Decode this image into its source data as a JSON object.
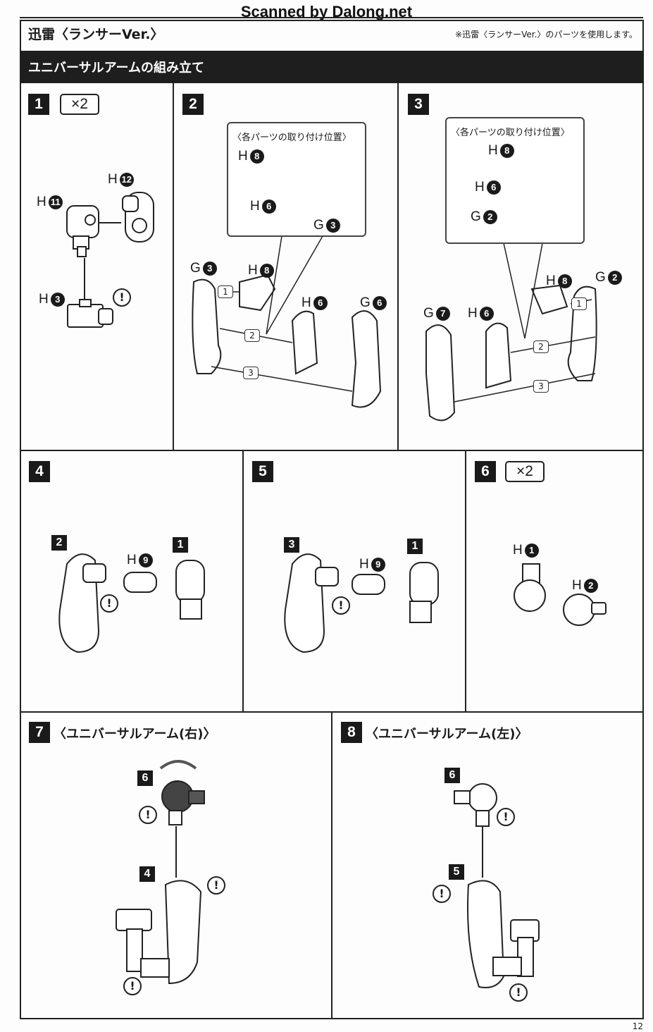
{
  "watermark": "Scanned by Dalong.net",
  "header": {
    "title": "迅雷〈ランサーVer.〉",
    "note": "※迅雷〈ランサーVer.〉のパーツを使用します。"
  },
  "section_title": "ユニバーサルアームの組み立て",
  "warning_symbol": "!",
  "steps": [
    {
      "no": "1",
      "mult": "×2",
      "labels": [
        {
          "l": "H",
          "n": "12"
        },
        {
          "l": "H",
          "n": "11"
        },
        {
          "l": "H",
          "n": "3"
        }
      ]
    },
    {
      "no": "2",
      "callout": "〈各パーツの取り付け位置〉",
      "callout_labels": [
        {
          "l": "H",
          "n": "8"
        },
        {
          "l": "H",
          "n": "6"
        },
        {
          "l": "G",
          "n": "3"
        }
      ],
      "labels": [
        {
          "l": "G",
          "n": "3"
        },
        {
          "l": "H",
          "n": "8"
        },
        {
          "l": "H",
          "n": "6"
        },
        {
          "l": "G",
          "n": "6"
        }
      ],
      "order": [
        "1",
        "2",
        "3"
      ]
    },
    {
      "no": "3",
      "callout": "〈各パーツの取り付け位置〉",
      "callout_labels": [
        {
          "l": "H",
          "n": "8"
        },
        {
          "l": "H",
          "n": "6"
        },
        {
          "l": "G",
          "n": "2"
        }
      ],
      "labels": [
        {
          "l": "H",
          "n": "8"
        },
        {
          "l": "G",
          "n": "2"
        },
        {
          "l": "G",
          "n": "7"
        },
        {
          "l": "H",
          "n": "6"
        }
      ],
      "order": [
        "1",
        "2",
        "3"
      ]
    },
    {
      "no": "4",
      "refs": [
        "2",
        "1"
      ],
      "labels": [
        {
          "l": "H",
          "n": "9"
        }
      ]
    },
    {
      "no": "5",
      "refs": [
        "3",
        "1"
      ],
      "labels": [
        {
          "l": "H",
          "n": "9"
        }
      ]
    },
    {
      "no": "6",
      "mult": "×2",
      "labels": [
        {
          "l": "H",
          "n": "1"
        },
        {
          "l": "H",
          "n": "2"
        }
      ]
    },
    {
      "no": "7",
      "title": "〈ユニバーサルアーム(右)〉",
      "refs": [
        "6",
        "4"
      ]
    },
    {
      "no": "8",
      "title": "〈ユニバーサルアーム(左)〉",
      "refs": [
        "6",
        "5"
      ]
    }
  ],
  "page_number": "12"
}
